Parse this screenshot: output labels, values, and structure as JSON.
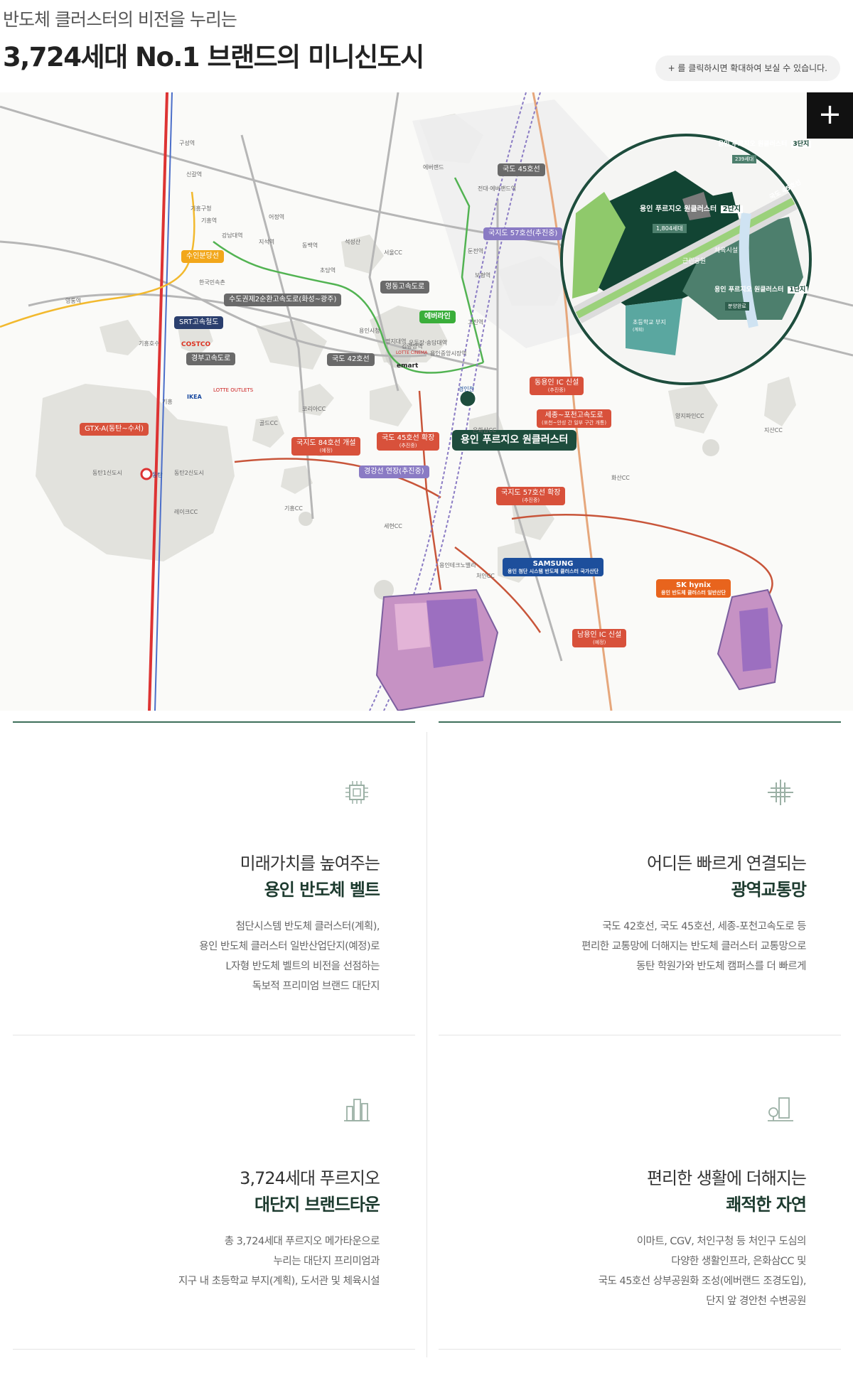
{
  "header": {
    "subtitle": "반도체 클러스터의 비전을 누리는",
    "title": "3,724세대 No.1 브랜드의 미니신도시",
    "hint": "+ 를 클릭하시면 확대하여 보실 수 있습니다."
  },
  "map": {
    "zoom_button": "+",
    "labels": {
      "gyeongbu": "경부고속도로",
      "ring": "수도권제2순환고속도로(화성~광주)",
      "yeongdong": "영동고속도로",
      "gukdo42": "국도 42호선",
      "gukdo45": "국도 45호선",
      "gukdo57": "국지도 57호선(추진중)",
      "everline": "에버라인",
      "suin": "수인분당선",
      "srt": "SRT고속철도",
      "gtx": "GTX-A(동탄~수서)",
      "gukji84": "국지도 84호선 개설",
      "gukji84_sub": "(예정)",
      "gukdo45ex": "국도 45호선 확장",
      "gukdo45ex_sub": "(추진중)",
      "gyeonggang": "경강선 연장(추진중)",
      "dongyongin": "동용인 IC 신설",
      "dongyongin_sub": "(추진중)",
      "sejong": "세종~포천고속도로",
      "sejong_sub": "(포천~안성 간 일부 구간 개통)",
      "gukji57ex": "국지도 57호선 확장",
      "gukji57ex_sub": "(추진중)",
      "namyongin": "남용인 IC 신설",
      "namyongin_sub": "(예정)",
      "samsung": "SAMSUNG",
      "samsung_sub": "용인 첨단 시스템 반도체 클러스터 국가산단",
      "skhynix": "SK hynix",
      "skhynix_sub": "용인 반도체 클러스터 일반산단",
      "project": "용인 푸르지오 원클러스터",
      "costco": "COSTCO",
      "lotte_outlets": "LOTTE OUTLETS",
      "ikea": "IKEA",
      "emart": "emart",
      "lotte_cinema": "LOTTE CINEMA"
    },
    "places": {
      "p1": "구성역",
      "p2": "신갈역",
      "p3": "기흥구청",
      "p4": "기흥역",
      "p5": "강남대역",
      "p6": "어정역",
      "p7": "지석역",
      "p8": "동백역",
      "p9": "초당역",
      "p10": "석성산",
      "p11": "에버랜드",
      "p12": "전대·에버랜드역",
      "p13": "운동장·송담대역",
      "p14": "고진역",
      "p15": "보평역",
      "p16": "둔전역",
      "p17": "명지대역",
      "p18": "김량장역",
      "p19": "용인중앙시장역",
      "p20": "기흥",
      "p21": "동탄",
      "p22": "동탄1신도시",
      "p23": "동탄2신도시",
      "p24": "기흥호수",
      "p25": "경인천",
      "p26": "은화삼CC",
      "p27": "용인테크노밸리",
      "p28": "처인CC",
      "p29": "세현CC",
      "p30": "양지파인CC",
      "p31": "지산CC",
      "p32": "화산CC",
      "p33": "용인시청",
      "p34": "서울CC",
      "p35": "레이크CC",
      "p36": "기흥CC",
      "p37": "코리아CC",
      "p38": "골드CC",
      "p39": "한국민속촌",
      "p40": "영통역"
    },
    "inset": {
      "cluster3": "용인 푸르지오 원클러스터",
      "cluster3_tag": "3단지",
      "cluster3_units": "239세대",
      "cluster2": "용인 푸르지오 원클러스터",
      "cluster2_tag": "2단지",
      "cluster2_units": "1,804세대",
      "cluster1": "용인 푸르지오 원클러스터",
      "cluster1_tag": "1단지",
      "cluster1_status": "분양완료",
      "park": "체육시설",
      "sports": "근린공원",
      "school": "초등학교 부지",
      "school_sub": "(계획)",
      "road": "국도 45호선"
    }
  },
  "sections": [
    {
      "heading1": "미래가치를 높여주는",
      "heading2": "용인 반도체 벨트",
      "lines": [
        "첨단시스템 반도체 클러스터(계획),",
        "용인 반도체 클러스터 일반산업단지(예정)로",
        "L자형 반도체 벨트의 비전을 선점하는",
        "독보적 프리미엄 브랜드 대단지"
      ]
    },
    {
      "heading1": "어디든 빠르게 연결되는",
      "heading2": "광역교통망",
      "lines": [
        "국도 42호선, 국도 45호선, 세종-포천고속도로 등",
        "편리한 교통망에 더해지는 반도체 클러스터 교통망으로",
        "동탄 학원가와 반도체 캠퍼스를 더 빠르게"
      ]
    },
    {
      "heading1": "3,724세대 푸르지오",
      "heading2": "대단지 브랜드타운",
      "lines": [
        "총 3,724세대 푸르지오 메가타운으로",
        "누리는 대단지 프리미엄과",
        "지구 내 초등학교 부지(계획), 도서관 및 체육시설"
      ]
    },
    {
      "heading1": "편리한 생활에 더해지는",
      "heading2": "쾌적한 자연",
      "lines": [
        "이마트, CGV, 처인구청 등 처인구 도심의",
        "다양한 생활인프라, 은화삼CC 및",
        "국도 45호선 상부공원화 조성(에버랜드 조경도입),",
        "단지 앞 경안천 수변공원"
      ]
    }
  ]
}
